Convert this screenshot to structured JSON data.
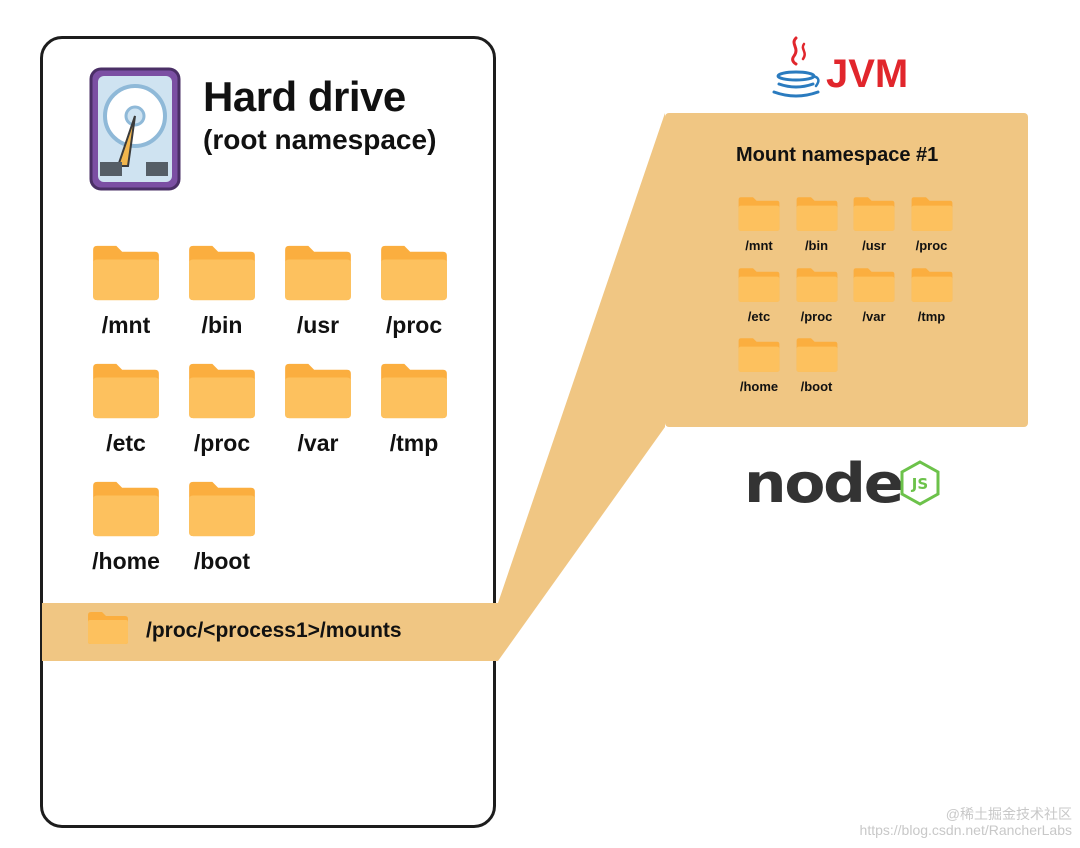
{
  "hard_drive": {
    "title": "Hard drive",
    "subtitle": "(root namespace)",
    "folders": [
      "/mnt",
      "/bin",
      "/usr",
      "/proc",
      "/etc",
      "/proc",
      "/var",
      "/tmp",
      "/home",
      "/boot"
    ]
  },
  "highlight": {
    "label": "/proc/<process1>/mounts"
  },
  "mount_namespace": {
    "title": "Mount namespace #1",
    "folders": [
      "/mnt",
      "/bin",
      "/usr",
      "/proc",
      "/etc",
      "/proc",
      "/var",
      "/tmp",
      "/home",
      "/boot"
    ]
  },
  "logos": {
    "jvm": "JVM",
    "node": "node",
    "node_badge": "JS"
  },
  "watermark": {
    "line1": "@稀土掘金技术社区",
    "line2": "https://blog.csdn.net/RancherLabs"
  },
  "colors": {
    "folder": "#fbae3f",
    "folder_front": "#fdc15e",
    "highlight": "#f0c683",
    "jvm_red": "#e1262c",
    "node_green": "#6cc24a",
    "node_dark": "#333333"
  }
}
